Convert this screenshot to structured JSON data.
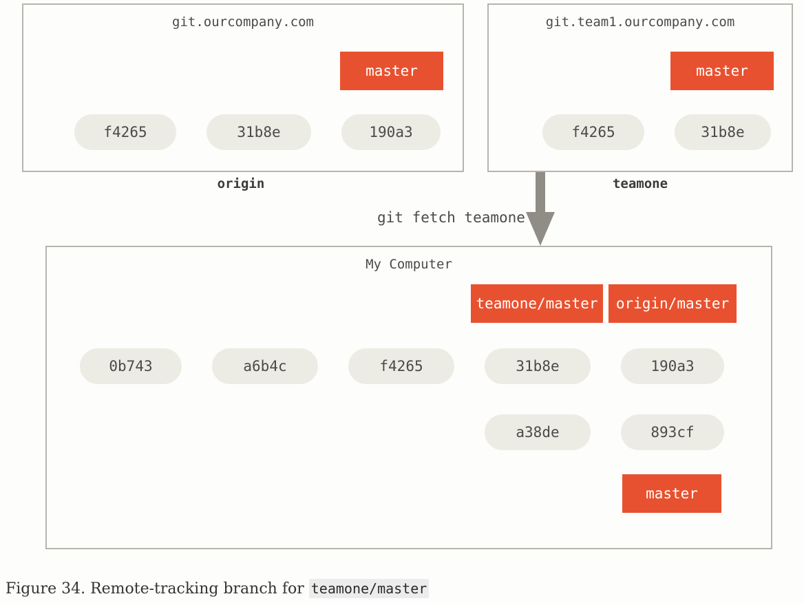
{
  "figure": {
    "caption_prefix": "Figure 34. Remote-tracking branch for ",
    "caption_code": "teamone/master"
  },
  "colors": {
    "branch_label": "#e8512f",
    "commit_node": "#edece4",
    "panel_border": "#b6b4ad",
    "arrow": "#8b8880",
    "fetch_arrow": "#8f8d85",
    "page_background": "#fdfdfb",
    "text": "#4a4a48"
  },
  "panels": {
    "origin": {
      "title": "git.ourcompany.com",
      "caption": "origin",
      "commits": [
        {
          "id": "f4265"
        },
        {
          "id": "31b8e"
        },
        {
          "id": "190a3"
        }
      ],
      "branches": [
        {
          "label": "master",
          "points_to": "190a3"
        }
      ]
    },
    "teamone": {
      "title": "git.team1.ourcompany.com",
      "caption": "teamone",
      "commits": [
        {
          "id": "f4265"
        },
        {
          "id": "31b8e"
        }
      ],
      "branches": [
        {
          "label": "master",
          "points_to": "31b8e"
        }
      ]
    },
    "mycomputer": {
      "title": "My Computer",
      "commits_main": [
        {
          "id": "0b743"
        },
        {
          "id": "a6b4c"
        },
        {
          "id": "f4265"
        },
        {
          "id": "31b8e"
        },
        {
          "id": "190a3"
        }
      ],
      "commits_side": [
        {
          "id": "a38de"
        },
        {
          "id": "893cf"
        }
      ],
      "branches": [
        {
          "label": "teamone/master",
          "points_to": "31b8e"
        },
        {
          "label": "origin/master",
          "points_to": "190a3"
        },
        {
          "label": "master",
          "points_to": "893cf"
        }
      ]
    }
  },
  "operation": {
    "command": "git fetch teamone",
    "from": "teamone",
    "to": "mycomputer"
  }
}
